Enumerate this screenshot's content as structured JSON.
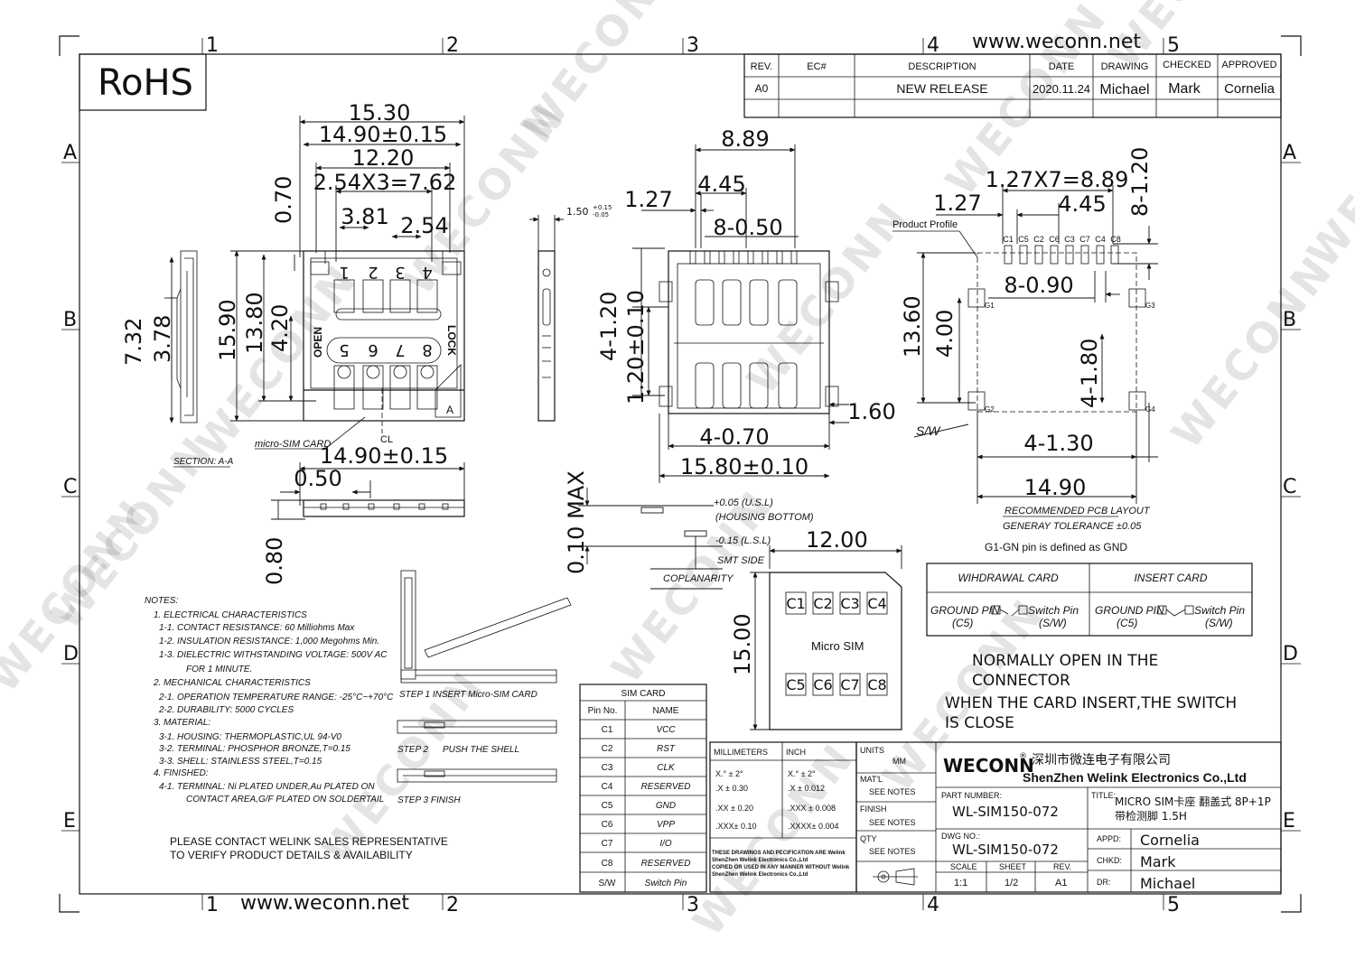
{
  "header": {
    "website_top": "www.weconn.net",
    "website_bottom": "www.weconn.net",
    "rohs": "RoHS",
    "watermark": "WECONN"
  },
  "grid": {
    "columns": [
      "1",
      "2",
      "3",
      "4",
      "5"
    ],
    "rows": [
      "A",
      "B",
      "C",
      "D",
      "E"
    ]
  },
  "revision_table": {
    "headers": [
      "REV.",
      "EC#",
      "DESCRIPTION",
      "DATE",
      "DRAWING",
      "CHECKED",
      "APPROVED"
    ],
    "row": [
      "A0",
      "",
      "NEW RELEASE",
      "2020.11.24",
      "Michael",
      "Mark",
      "Cornelia"
    ]
  },
  "top_view": {
    "dims": [
      "15.30",
      "14.90±0.15",
      "12.20",
      "2.54X3=7.62",
      "3.81",
      "2.54",
      "0.70",
      "15.90",
      "13.80",
      "4.20",
      "7.32",
      "3.78"
    ],
    "pin_labels_top": [
      "1",
      "2",
      "3",
      "4"
    ],
    "pin_labels_bottom": [
      "5",
      "6",
      "7",
      "8"
    ],
    "open_label": "OPEN",
    "lock_label": "LOCK",
    "corner_mark": "A",
    "cl_label": "CL",
    "card_label": "micro-SIM CARD",
    "section_label": "SECTION: A-A"
  },
  "side_view": {
    "dims": [
      "14.90±0.15",
      "0.50",
      "0.80"
    ]
  },
  "front_view": {
    "dims": [
      "1.50",
      "+0.15",
      "-0.05"
    ]
  },
  "bottom_view": {
    "dims": [
      "8.89",
      "1.27",
      "4.45",
      "8-0.50",
      "4-1.20",
      "1.20±0.10",
      "1.60",
      "4-0.70",
      "15.80±0.10"
    ]
  },
  "coplanarity": {
    "max": "0.10 MAX",
    "upper": "+0.05 (U.S.L)",
    "upper_note": "(HOUSING BOTTOM)",
    "lower": "-0.15 (L.S.L)",
    "smt": "SMT SIDE",
    "label": "COPLANARITY"
  },
  "pcb_layout": {
    "dims": [
      "1.27X7=8.89",
      "1.27",
      "4.45",
      "8-1.20",
      "8-0.90",
      "13.60",
      "4.00",
      "4-1.80",
      "4-1.30",
      "14.90"
    ],
    "product_profile": "Product Profile",
    "pins": [
      "C1",
      "C5",
      "C2",
      "C6",
      "C3",
      "C7",
      "C4",
      "C8"
    ],
    "grounds": [
      "G1",
      "G2",
      "G3",
      "G4"
    ],
    "sw": "S/W",
    "title": "RECOMMENDED PCB LAYOUT",
    "tolerance": "GENERAY TOLERANCE ±0.05",
    "gnd_note": "G1-GN pin is defined as GND"
  },
  "sim_card": {
    "width": "12.00",
    "height": "15.00",
    "contacts_top": [
      "C1",
      "C2",
      "C3",
      "C4"
    ],
    "contacts_bottom": [
      "C5",
      "C6",
      "C7",
      "C8"
    ],
    "label": "Micro SIM"
  },
  "switch_table": {
    "withdrawal": "WIHDRAWAL CARD",
    "insert": "INSERT CARD",
    "ground": "GROUND PIN",
    "ground_sub": "(C5)",
    "switch": "Switch Pin",
    "switch_sub": "(S/W)"
  },
  "switch_note": {
    "line1": "NORMALLY OPEN IN THE",
    "line2": "CONNECTOR",
    "line3": "WHEN THE CARD INSERT,THE SWITCH",
    "line4": "IS CLOSE"
  },
  "steps": {
    "step1": "STEP 1 INSERT Micro-SIM CARD",
    "step2a": "STEP 2",
    "step2b": "PUSH THE SHELL",
    "step3": "STEP 3  FINISH"
  },
  "notes": {
    "title": "NOTES:",
    "lines": [
      "1. ELECTRICAL CHARACTERISTICS",
      "1-1. CONTACT RESISTANCE: 60 Milliohms  Max",
      "1-2. INSULATION RESISTANCE: 1,000 Megohms Min.",
      "1-3. DIELECTRIC WITHSTANDING VOLTAGE: 500V AC",
      "FOR 1 MINUTE.",
      "2. MECHANICAL CHARACTERISTICS",
      "2-1. OPERATION TEMPERATURE RANGE: -25°C~+70°C",
      "2-2. DURABILITY: 5000 CYCLES",
      "3. MATERIAL:",
      "3-1. HOUSING: THERMOPLASTIC,UL 94-V0",
      "3-2. TERMINAL: PHOSPHOR BRONZE,T=0.15",
      "3-3. SHELL: STAINLESS STEEL,T=0.15",
      "4. FINISHED:",
      "4-1. TERMINAL: Ni PLATED UNDER,Au PLATED ON",
      "CONTACT AREA,G/F PLATED ON SOLDERTAIL"
    ],
    "contact1": "PLEASE CONTACT WELINK SALES REPRESENTATIVE",
    "contact2": "TO VERIFY PRODUCT DETAILS & AVAILABILITY"
  },
  "sim_card_table": {
    "title": "SIM CARD",
    "headers": [
      "Pin No.",
      "NAME"
    ],
    "rows": [
      [
        "C1",
        "VCC"
      ],
      [
        "C2",
        "RST"
      ],
      [
        "C3",
        "CLK"
      ],
      [
        "C4",
        "RESERVED"
      ],
      [
        "C5",
        "GND"
      ],
      [
        "C6",
        "VPP"
      ],
      [
        "C7",
        "I/O"
      ],
      [
        "C8",
        "RESERVED"
      ],
      [
        "S/W",
        "Switch Pin"
      ]
    ]
  },
  "tolerance_table": {
    "mm": "MILLIMETERS",
    "inch": "INCH",
    "rows": [
      [
        "X.°  ±  2°",
        "X.°  ±  2°"
      ],
      [
        ".X    ± 0.30",
        ".X    ± 0.012"
      ],
      [
        ".XX  ± 0.20",
        ".XXX  ± 0.008"
      ],
      [
        ".XXX± 0.10",
        ".XXXX± 0.004"
      ]
    ],
    "legal": [
      "THESE DRAWINGS AND PECIFICATION  ARE Welink",
      "ShenZhen Welink Electronics Co.,Ltd",
      "COPIED OR USED IN ANY MANNER WITHOUT Welink",
      "ShenZhen Welink Electronics Co.,Ltd"
    ]
  },
  "title_block": {
    "units_label": "UNITS",
    "units": "MM",
    "matl_label": "MAT'L",
    "matl": "SEE NOTES",
    "finish_label": "FINISH",
    "finish": "SEE NOTES",
    "qty_label": "QTY",
    "qty": "SEE NOTES",
    "logo": "WECONN",
    "company_cn": "深圳市微连电子有限公司",
    "company_en": "ShenZhen Welink Electronics Co.,Ltd",
    "part_label": "PART NUMBER:",
    "part": "WL-SIM150-072",
    "dwg_label": "DWG NO.:",
    "dwg": "WL-SIM150-072",
    "title_label": "TITLE:",
    "title1": "MICRO SIM卡座 翻盖式 8P+1P",
    "title2": "带检测脚 1.5H",
    "scale_label": "SCALE",
    "scale": "1:1",
    "sheet_label": "SHEET",
    "sheet": "1/2",
    "rev_label": "REV.",
    "rev": "A1",
    "appd_label": "APPD:",
    "appd": "Cornelia",
    "chkd_label": "CHKD:",
    "chkd": "Mark",
    "dr_label": "DR:",
    "dr": "Michael"
  }
}
